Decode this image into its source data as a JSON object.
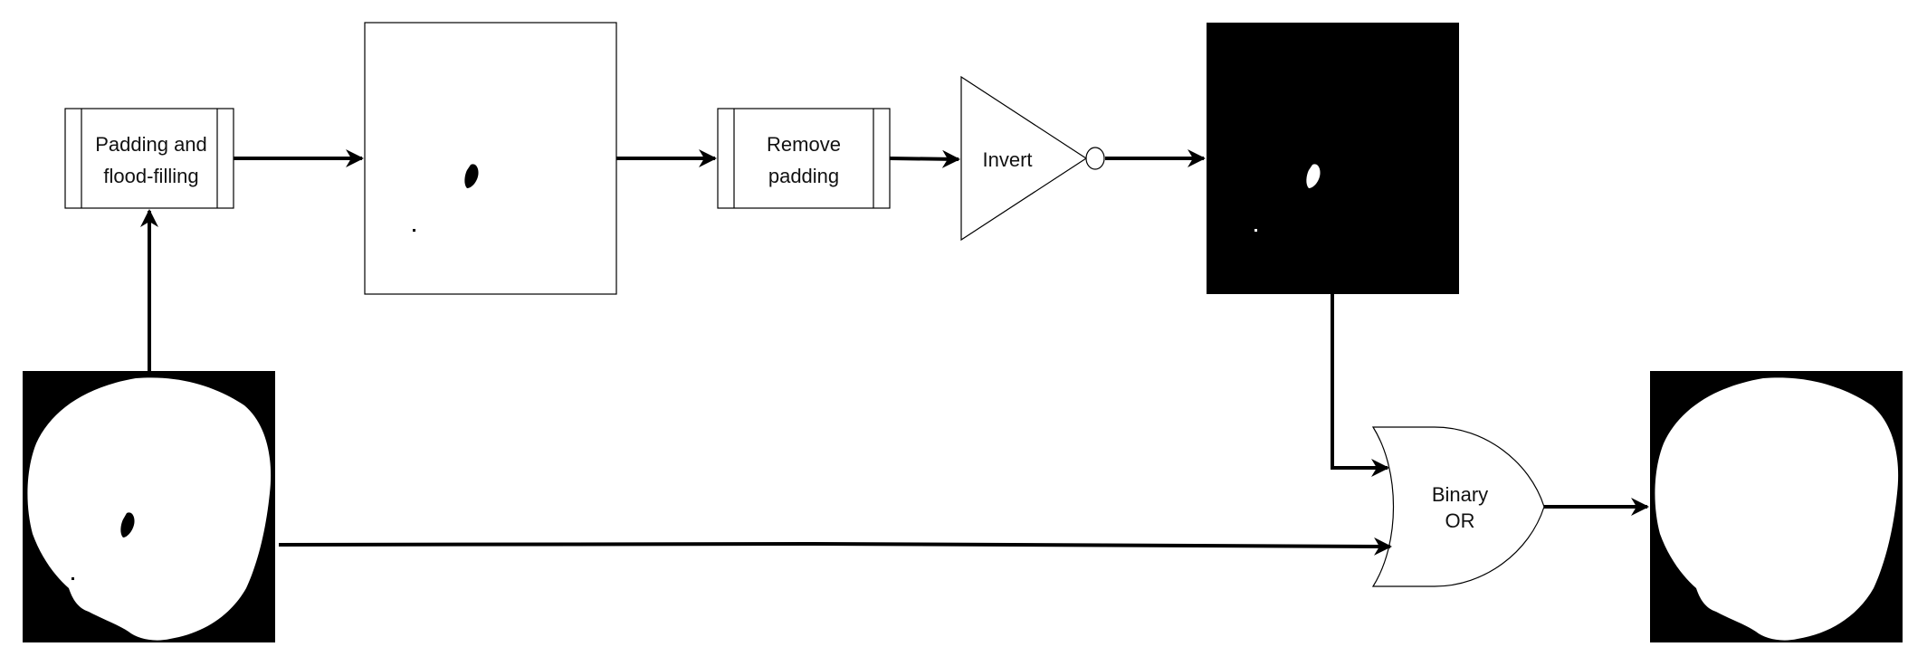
{
  "process_boxes": {
    "padding": {
      "line1": "Padding and",
      "line2": "flood-filling"
    },
    "remove_padding": {
      "line1": "Remove",
      "line2": "padding"
    }
  },
  "gates": {
    "invert": "Invert",
    "binary_or": {
      "line1": "Binary",
      "line2": "OR"
    }
  },
  "images": {
    "input_mask": "white head mask with interior hole on black",
    "padded_result": "black hole regions on white",
    "inverted_result": "white hole regions on black",
    "output_mask": "filled white head mask on black"
  },
  "colors": {
    "stroke": "#000000",
    "background": "#ffffff"
  }
}
